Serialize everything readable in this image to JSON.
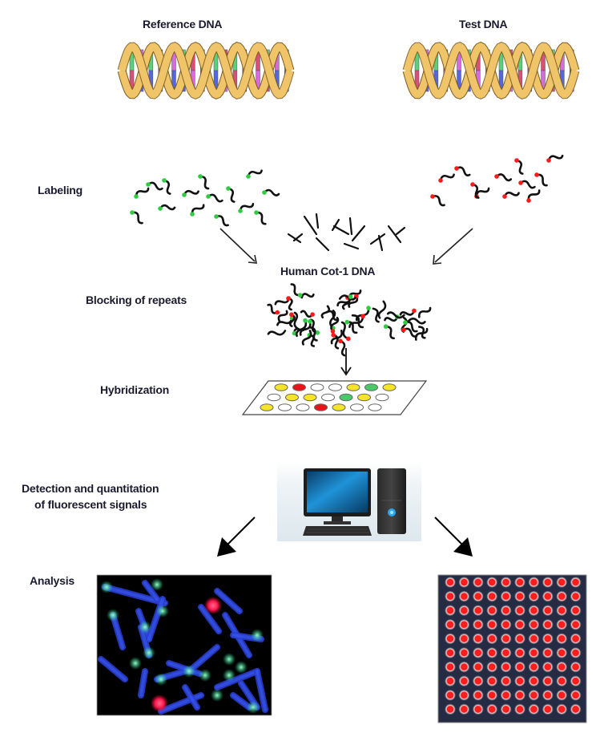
{
  "title_labels": {
    "reference": "Reference DNA",
    "test": "Test DNA"
  },
  "steps": {
    "labeling": "Labeling",
    "cot1": "Human Cot-1 DNA",
    "blocking": "Blocking of repeats",
    "hybridization": "Hybridization",
    "detection_line1": "Detection and quantitation",
    "detection_line2": "of fluorescent signals",
    "analysis": "Analysis"
  },
  "colors": {
    "reference_label": "#2ecc40",
    "test_label": "#ff1a1a",
    "helix_backbone": "#f0c56a",
    "spot_yellow": "#f5e42a",
    "spot_red": "#e8141a",
    "spot_green": "#4cc86a",
    "spot_white": "#ffffff",
    "microarray_bg": "#262b44",
    "microarray_dot": "#ff1a1a"
  },
  "hybridization_array": {
    "rows": [
      [
        "yellow",
        "red",
        "white",
        "white",
        "yellow",
        "green",
        "yellow"
      ],
      [
        "white",
        "yellow",
        "yellow",
        "white",
        "green",
        "yellow",
        "white"
      ],
      [
        "yellow",
        "white",
        "white",
        "red",
        "yellow",
        "white",
        "white"
      ]
    ]
  },
  "microarray": {
    "rows": 10,
    "cols": 10
  },
  "icons": {
    "dna_reference": "dna-helix-icon",
    "dna_test": "dna-helix-icon",
    "computer": "desktop-computer-icon"
  }
}
